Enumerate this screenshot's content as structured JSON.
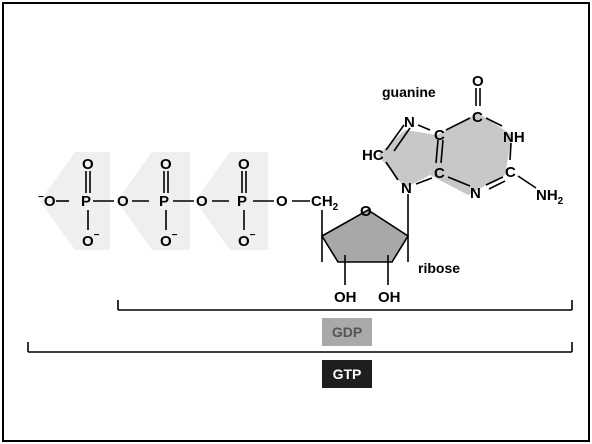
{
  "labels": {
    "guanine": "guanine",
    "ribose": "ribose",
    "gdp": "GDP",
    "gtp": "GTP"
  },
  "atoms": {
    "o": "O",
    "p": "P",
    "n": "N",
    "c": "C",
    "nh": "NH",
    "hc": "HC",
    "nh2_main": "NH",
    "nh2_sub": "2",
    "ch2_main": "CH",
    "ch2_sub": "2",
    "oh": "OH",
    "minus": "−"
  },
  "colors": {
    "gdp_badge": "#a9a9a9",
    "gtp_badge": "#1e1e1e",
    "ring_fill": "#c8c8c8",
    "phosphate_bg": "#efefef",
    "ribose_fill": "#a8a8a8"
  }
}
